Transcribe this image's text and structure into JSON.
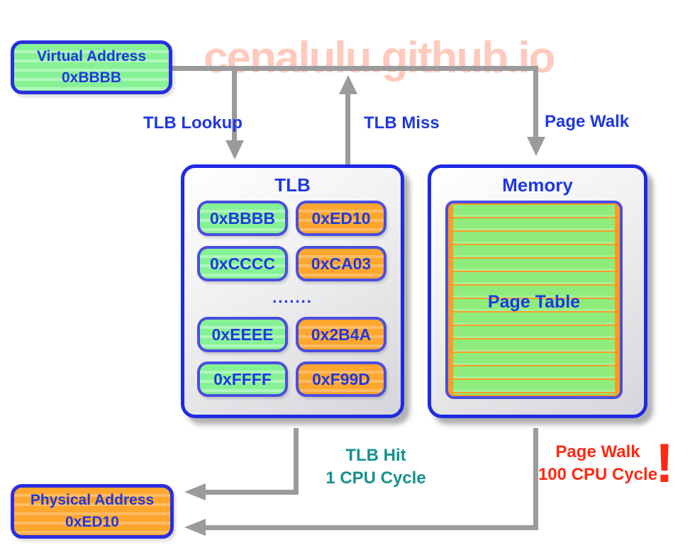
{
  "watermark": "cenalulu.github.io",
  "virtual_address": {
    "line1": "Virtual Address",
    "line2": "0xBBBB"
  },
  "physical_address": {
    "line1": "Physical Address",
    "line2": "0xED10"
  },
  "arrow_labels": {
    "tlb_lookup": "TLB Lookup",
    "tlb_miss": "TLB Miss",
    "page_walk": "Page Walk"
  },
  "tlb": {
    "title": "TLB",
    "dots": ".......",
    "entries": [
      {
        "virtual": "0xBBBB",
        "physical": "0xED10"
      },
      {
        "virtual": "0xCCCC",
        "physical": "0xCA03"
      },
      {
        "virtual": "0xEEEE",
        "physical": "0x2B4A"
      },
      {
        "virtual": "0xFFFF",
        "physical": "0xF99D"
      }
    ]
  },
  "memory": {
    "title": "Memory",
    "page_table_label": "Page Table"
  },
  "outcomes": {
    "tlb_hit": {
      "line1": "TLB Hit",
      "line2": "1 CPU Cycle"
    },
    "page_walk": {
      "line1": "Page Walk",
      "line2": "100 CPU Cycle",
      "mark": "!"
    }
  },
  "colors": {
    "border_blue": "#2a2ee0",
    "text_blue": "#2038df",
    "green_fill": "#86f295",
    "orange_fill": "#ffa62e",
    "arrow_gray": "#9b9b9b",
    "watermark_pink": "#ffc9bd",
    "hit_teal": "#17918d",
    "warn_red": "#ff2812"
  }
}
